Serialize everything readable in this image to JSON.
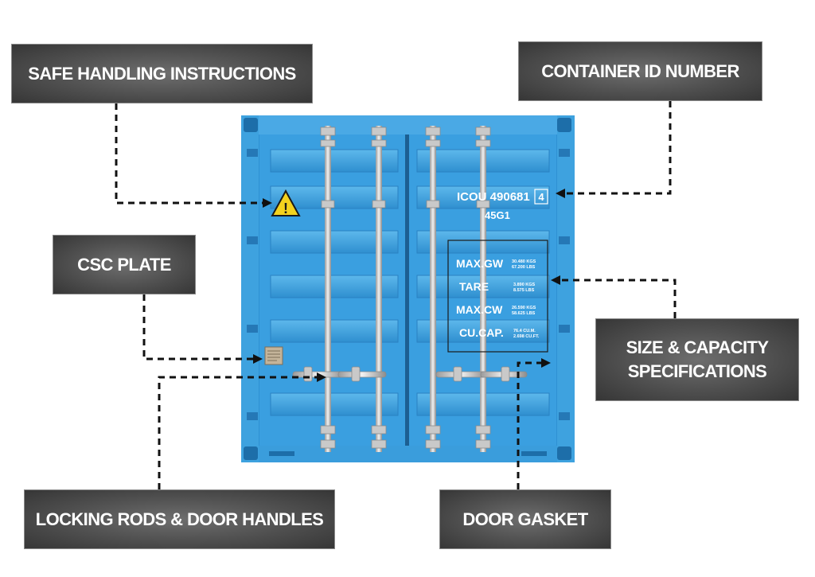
{
  "labels": {
    "safe_handling": "SAFE HANDLING INSTRUCTIONS",
    "container_id": "CONTAINER ID NUMBER",
    "csc_plate": "CSC PLATE",
    "size_capacity_line1": "SIZE & CAPACITY",
    "size_capacity_line2": "SPECIFICATIONS",
    "locking_rods": "LOCKING RODS & DOOR HANDLES",
    "door_gasket": "DOOR GASKET"
  },
  "container": {
    "id_number": "ICOU 490681",
    "check_digit": "4",
    "size_type_code": "45G1",
    "specs": [
      {
        "name": "MAX.GW",
        "line1": "30.480 KGS",
        "line2": "67.200 LBS"
      },
      {
        "name": "TARE",
        "line1": "3.890 KGS",
        "line2": "8.575 LBS"
      },
      {
        "name": "MAX.CW",
        "line1": "26.590 KGS",
        "line2": "58.625 LBS"
      },
      {
        "name": "CU.CAP.",
        "line1": "76.4 CU.M.",
        "line2": "2.698 CU.FT."
      }
    ],
    "warning_symbol": "!"
  },
  "colors": {
    "container_blue": "#3aa0df",
    "container_dark": "#1f79b8",
    "label_bg": "#4e4e4e",
    "rod": "#d8d8d8"
  },
  "icons": [
    "warning-triangle-icon",
    "csc-plate-icon"
  ]
}
